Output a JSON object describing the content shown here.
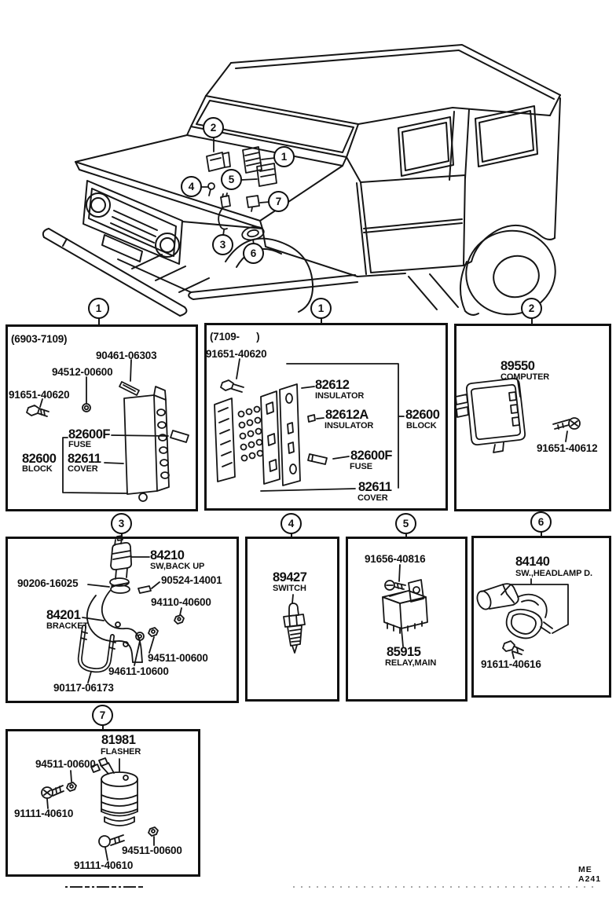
{
  "footer": {
    "code": "ME  A241"
  },
  "callout_numbers": {
    "n1": "1",
    "n2": "2",
    "n3": "3",
    "n4": "4",
    "n5": "5",
    "n6": "6",
    "n7": "7"
  },
  "panels": {
    "p1a": {
      "header": "(6903-7109)",
      "l_90461": "90461-06303",
      "l_94512": "94512-00600",
      "l_91651": "91651-40620",
      "l_82600f": "82600F",
      "l_82600f_name": "FUSE",
      "l_82600": "82600",
      "l_82600_name": "BLOCK",
      "l_82611": "82611",
      "l_82611_name": "COVER"
    },
    "p1b": {
      "header": "(7109-      )",
      "l_91651": "91651-40620",
      "l_82612": "82612",
      "l_82612_name": "INSULATOR",
      "l_82612a": "82612A",
      "l_82612a_name": "INSULATOR",
      "l_82600": "82600",
      "l_82600_name": "BLOCK",
      "l_82600f": "82600F",
      "l_82600f_name": "FUSE",
      "l_82611": "82611",
      "l_82611_name": "COVER"
    },
    "p2": {
      "l_89550": "89550",
      "l_89550_name": "COMPUTER",
      "l_91651": "91651-40612"
    },
    "p3": {
      "l_84210": "84210",
      "l_84210_name": "SW,BACK UP",
      "l_90206": "90206-16025",
      "l_90524": "90524-14001",
      "l_94110": "94110-40600",
      "l_84201": "84201",
      "l_84201_name": "BRACKET",
      "l_94511": "94511-00600",
      "l_94611": "94611-10600",
      "l_90117": "90117-06173"
    },
    "p4": {
      "l_89427": "89427",
      "l_89427_name": "SWITCH"
    },
    "p5": {
      "l_91656": "91656-40816",
      "l_85915": "85915",
      "l_85915_name": "RELAY,MAIN"
    },
    "p6": {
      "l_84140": "84140",
      "l_84140_name": "SW.,HEADLAMP D.",
      "l_91611": "91611-40616"
    },
    "p7": {
      "l_81981": "81981",
      "l_81981_name": "FLASHER",
      "l_94511_a": "94511-00600",
      "l_91111_a": "91111-40610",
      "l_94511_b": "94511-00600",
      "l_91111_b": "91111-40610"
    }
  }
}
